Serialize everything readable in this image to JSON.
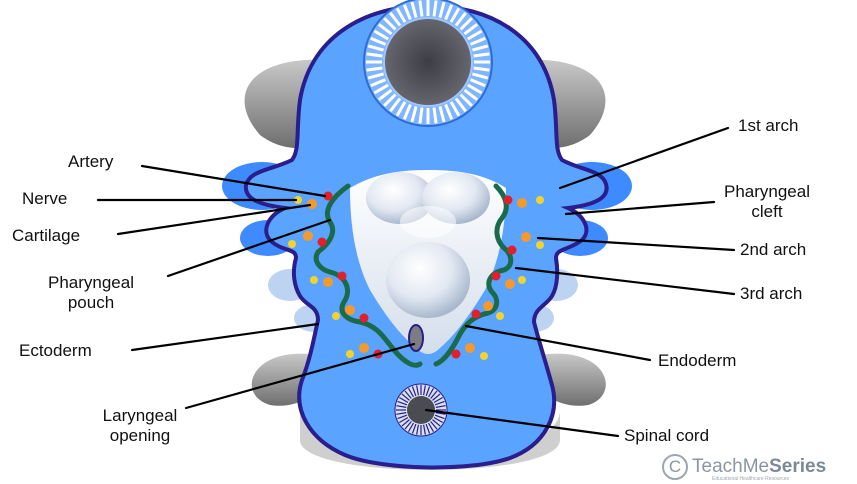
{
  "labels": {
    "artery": "Artery",
    "nerve": "Nerve",
    "cartilage": "Cartilage",
    "pharyngeal_pouch_1": "Pharyngeal",
    "pharyngeal_pouch_2": "pouch",
    "ectoderm": "Ectoderm",
    "laryngeal_1": "Laryngeal",
    "laryngeal_2": "opening",
    "first_arch": "1st arch",
    "pharyngeal_cleft_1": "Pharyngeal",
    "pharyngeal_cleft_2": "cleft",
    "second_arch": "2nd arch",
    "third_arch": "3rd arch",
    "endoderm": "Endoderm",
    "spinal_cord": "Spinal cord"
  },
  "watermark": {
    "symbol": "C",
    "brand_a": "TeachMe",
    "brand_b": "Series",
    "tagline": "Educational Healthcare Resources"
  },
  "colors": {
    "body_blue": "#5aa3ff",
    "outline_navy": "#2a1d8c",
    "endoderm_green": "#1b6b4a",
    "artery_red": "#e0202a",
    "nerve_yellow": "#f2d22e",
    "cartilage_orange": "#f59a2a",
    "grey_shadow": "#9a9a9a"
  }
}
